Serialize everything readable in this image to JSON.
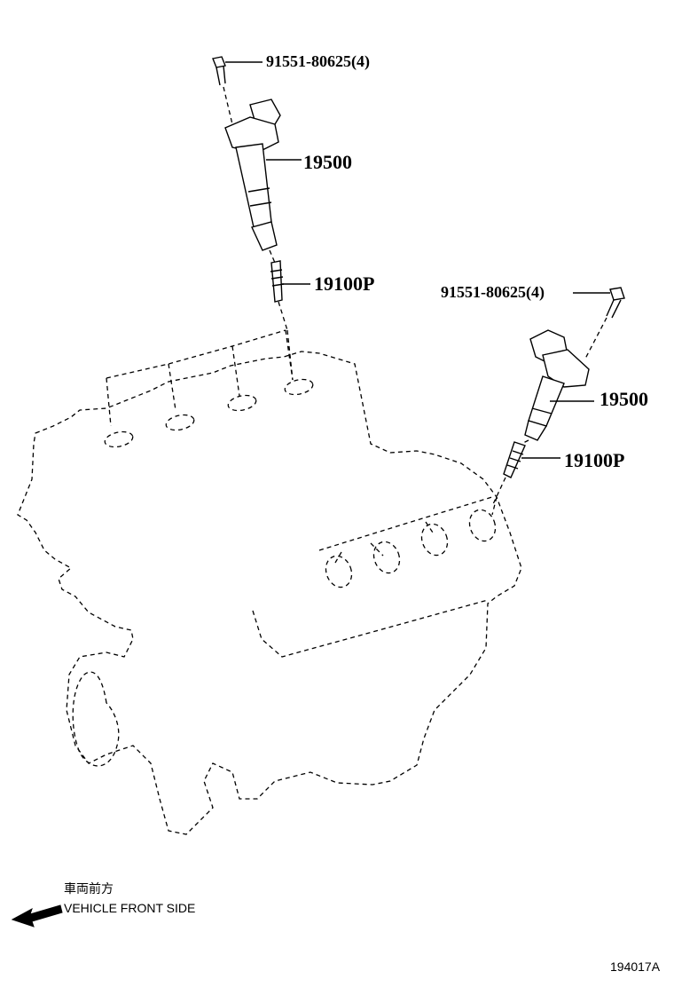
{
  "labels": {
    "bolt_top": "91551-80625(4)",
    "coil_top": "19500",
    "plug_top": "19100P",
    "bolt_right": "91551-80625(4)",
    "coil_right": "19500",
    "plug_right": "19100P"
  },
  "direction": {
    "japanese": "車両前方",
    "english": "VEHICLE FRONT SIDE"
  },
  "drawing_code": "194017A",
  "icons": {
    "arrow": "arrow-left-icon"
  }
}
